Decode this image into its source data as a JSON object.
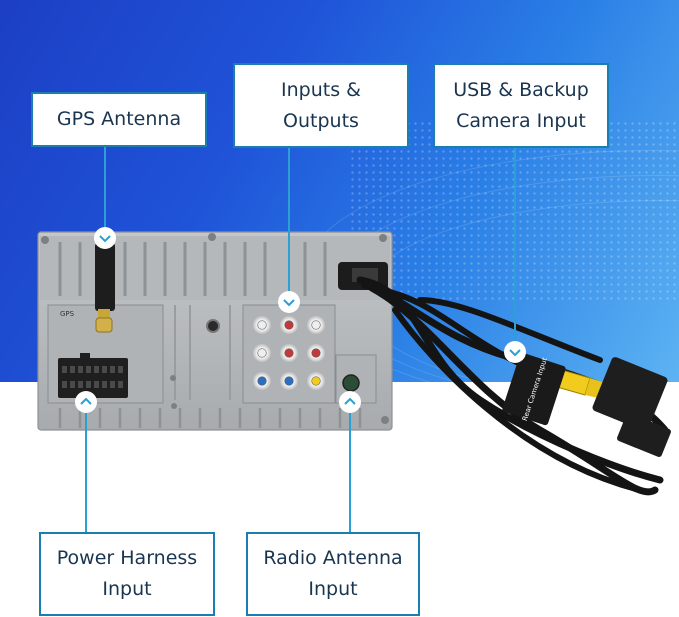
{
  "callouts": {
    "gps": {
      "label": "GPS Antenna"
    },
    "io": {
      "label": "Inputs &\nOutputs"
    },
    "usb": {
      "label": "USB & Backup\nCamera Input"
    },
    "power": {
      "label": "Power Harness\nInput"
    },
    "radio": {
      "label": "Radio Antenna\nInput"
    }
  },
  "unit_labels": {
    "gps_port": "GPS",
    "cable_tag": "Rear Camera Input"
  },
  "colors": {
    "callout_border": "#1a7fb0",
    "leader_line": "#2aa0d4",
    "chassis": "#b9bcbf",
    "rca_red": "#c0393b",
    "rca_white": "#e8e8e8",
    "rca_yellow": "#f2cc1c",
    "rca_blue": "#2a6fc0"
  }
}
